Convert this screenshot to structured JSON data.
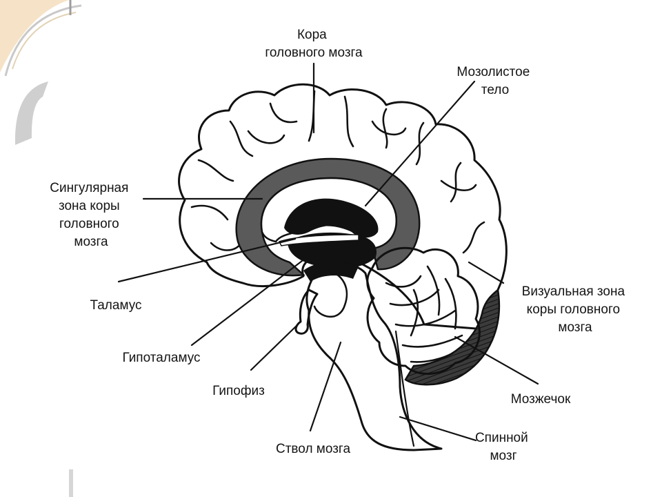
{
  "labels": {
    "cortex": [
      "Кора",
      "головного мозга"
    ],
    "corpus_callosum": [
      "Мозолистое",
      "тело"
    ],
    "cingulate": [
      "Сингулярная",
      "зона коры",
      "головного",
      "мозга"
    ],
    "thalamus": "Таламус",
    "hypothalamus": "Гипоталамус",
    "pituitary": "Гипофиз",
    "brainstem": "Ствол мозга",
    "visual_cortex": [
      "Визуальная зона",
      "коры головного",
      "мозга"
    ],
    "cerebellum": "Мозжечок",
    "spinal_cord": [
      "Спинной",
      "мозг"
    ]
  }
}
